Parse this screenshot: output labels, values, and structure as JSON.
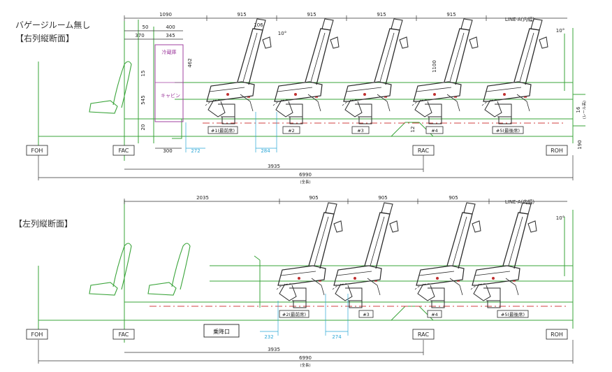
{
  "right_section": {
    "note": "バゲージルーム無し",
    "title": "【右列縦断面】",
    "dims_top": [
      "1090",
      "915",
      "915",
      "915",
      "915"
    ],
    "dims_small": [
      "50",
      "400",
      "370",
      "345"
    ],
    "dims_vertical": [
      "15",
      "462",
      "545",
      "20"
    ],
    "angle_label": "106",
    "angle_deg": "10°",
    "seat_height": "1100",
    "fridge_label": "冷蔵庫",
    "cabin_label": "キャビン",
    "seat_labels": [
      "#1(最前席)",
      "#2",
      "#3",
      "#4",
      "#5(最後席)"
    ],
    "small_v": "12",
    "right_v": [
      "16",
      "(レール高)",
      "190"
    ],
    "bottom_small": [
      "300",
      "272",
      "284"
    ],
    "markers": [
      "FOH",
      "FAC",
      "RAC",
      "ROH"
    ],
    "dim_3935": "3935",
    "dim_6990": "6990",
    "dim_total": "(全長)",
    "line_a": "LINE-A(内幅)"
  },
  "left_section": {
    "title": "【左列縦断面】",
    "dims_top": [
      "2035",
      "905",
      "905",
      "905"
    ],
    "angle_deg": "10°",
    "seat_labels": [
      "#2(最前席)",
      "#3",
      "#4",
      "#5(最後席)"
    ],
    "door_label": "乗降口",
    "bottom_small": [
      "232",
      "274"
    ],
    "markers": [
      "FOH",
      "FAC",
      "RAC",
      "ROH"
    ],
    "dim_3935": "3935",
    "dim_6990": "6990",
    "dim_total": "(全長)",
    "line_a": "LINE-A(内幅)"
  },
  "colors": {
    "frame_green": "#3aa43a",
    "seat_ink": "#2a2a2a",
    "fridge_purple": "#a040a0",
    "dim_cyan": "#2aa6d6",
    "center_red": "#d04040"
  }
}
